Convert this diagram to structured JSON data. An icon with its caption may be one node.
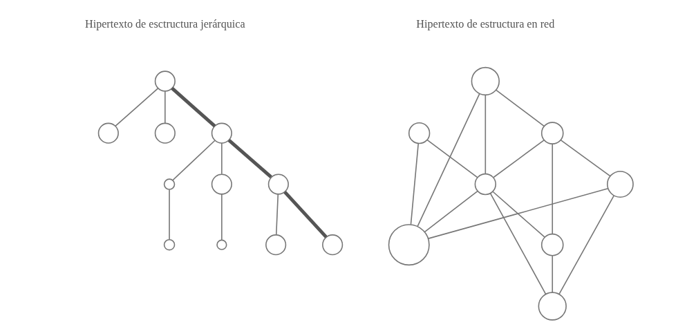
{
  "diagram": {
    "nodes": [
      {
        "text": [],
        "shape": "circle"
      },
      {
        "text": [],
        "shape": "circle"
      },
      {
        "text": [],
        "shape": "circle"
      },
      {
        "text": [],
        "shape": "circle"
      },
      {
        "text": [],
        "shape": "circle"
      },
      {
        "text": [],
        "shape": "circle"
      },
      {
        "text": [],
        "shape": "circle"
      },
      {
        "text": [],
        "shape": "circle"
      },
      {
        "text": [],
        "shape": "circle"
      },
      {
        "text": [],
        "shape": "circle"
      },
      {
        "text": [],
        "shape": "circle"
      },
      {
        "text": [],
        "shape": "circle"
      },
      {
        "text": [],
        "shape": "circle"
      },
      {
        "text": [],
        "shape": "circle"
      },
      {
        "text": [],
        "shape": "circle"
      },
      {
        "text": [],
        "shape": "circle"
      },
      {
        "text": [],
        "shape": "circle"
      },
      {
        "text": [],
        "shape": "circle"
      },
      {
        "text": [],
        "shape": "circle"
      }
    ],
    "edges": [
      {
        "from": 0,
        "to": 1,
        "arrow": "none"
      },
      {
        "from": 0,
        "to": 2,
        "arrow": "none"
      },
      {
        "from": 0,
        "to": 3,
        "arrow": "none",
        "style": "thick"
      },
      {
        "from": 3,
        "to": 6,
        "arrow": "none"
      },
      {
        "from": 3,
        "to": 7,
        "arrow": "none",
        "style": "thick"
      },
      {
        "from": 3,
        "to": 4,
        "arrow": "none"
      },
      {
        "from": 4,
        "to": 5,
        "arrow": "none"
      },
      {
        "from": 6,
        "to": 8,
        "arrow": "none"
      },
      {
        "from": 7,
        "to": 9,
        "arrow": "none"
      },
      {
        "from": 7,
        "to": 10,
        "arrow": "none",
        "style": "thick"
      },
      {
        "from": 11,
        "to": 12,
        "arrow": "none"
      },
      {
        "from": 11,
        "to": 15,
        "arrow": "none"
      },
      {
        "from": 11,
        "to": 16,
        "arrow": "none"
      },
      {
        "from": 12,
        "to": 13,
        "arrow": "none"
      },
      {
        "from": 12,
        "to": 15,
        "arrow": "none"
      },
      {
        "from": 12,
        "to": 17,
        "arrow": "none"
      },
      {
        "from": 13,
        "to": 16,
        "arrow": "none"
      },
      {
        "from": 13,
        "to": 18,
        "arrow": "none"
      },
      {
        "from": 14,
        "to": 15,
        "arrow": "none"
      },
      {
        "from": 14,
        "to": 16,
        "arrow": "none"
      },
      {
        "from": 15,
        "to": 16,
        "arrow": "none"
      },
      {
        "from": 15,
        "to": 17,
        "arrow": "none"
      },
      {
        "from": 15,
        "to": 18,
        "arrow": "none"
      },
      {
        "from": 17,
        "to": 18,
        "arrow": "none"
      }
    ],
    "labels": [
      "Hipertexto de esctructura jerárquica",
      "Hipertexto de estructura en red"
    ]
  }
}
